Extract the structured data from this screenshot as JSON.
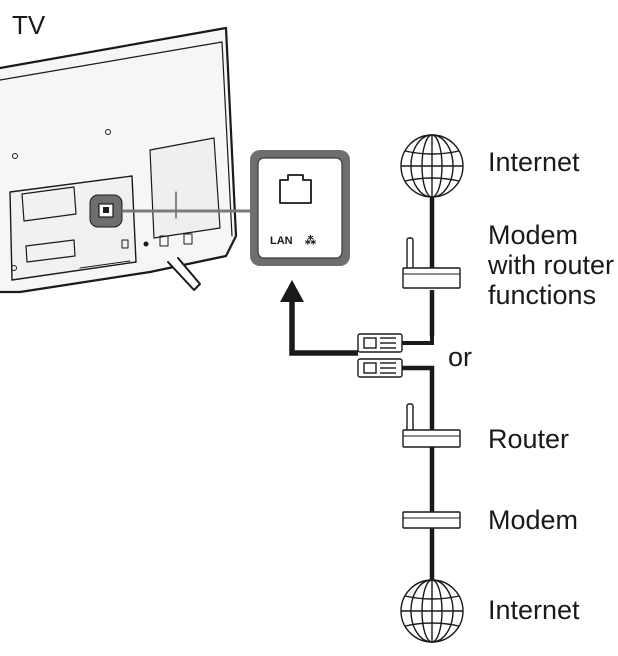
{
  "tv_label": "TV",
  "port": {
    "name": "LAN",
    "network_symbol": "⁂"
  },
  "option_top": {
    "internet_label": "Internet",
    "device_label": "Modem with router functions"
  },
  "or_label": "or",
  "option_bottom": {
    "router_label": "Router",
    "modem_label": "Modem",
    "internet_label": "Internet"
  },
  "colors": {
    "line": "#1a1a1a",
    "tv_body": "#f4f4f4",
    "callout_border": "#6e6e6e",
    "callout_fill": "#ebebeb"
  },
  "icons": [
    "globe-icon",
    "ethernet-port-icon",
    "network-icon",
    "rj45-connector-icon",
    "router-icon",
    "modem-icon",
    "arrow-up-icon"
  ]
}
